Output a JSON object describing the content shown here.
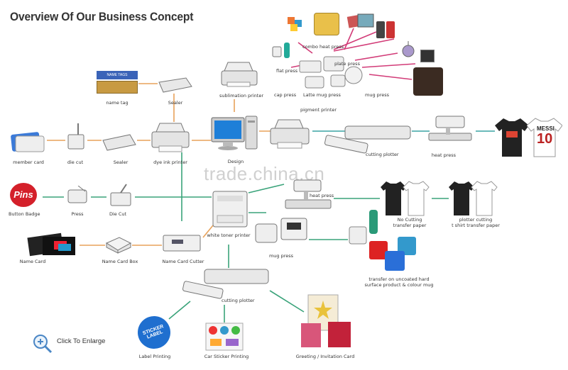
{
  "title": "Overview Of Our Business Concept",
  "watermark": "trade.china.cn",
  "click_to_enlarge": "Click To Enlarge",
  "center": {
    "label": "Design"
  },
  "printers": {
    "sublimation": "sublimation printer",
    "pigment": "pigment printer",
    "dye_ink": "dye ink printer",
    "white_toner": "white toner printer"
  },
  "labels": {
    "name_tag": "name tag",
    "sealer_top": "Sealer",
    "member_card": "member card",
    "die_cut_top": "die cut",
    "sealer_mid": "Sealer",
    "button_badge": "Button Badge",
    "press": "Press",
    "die_cut": "Die Cut",
    "name_card": "Name Card",
    "name_card_box": "Name Card Box",
    "name_card_cutter": "Name Card Cutter",
    "combo_heat_press": "combo heat press",
    "flat_press": "flat press",
    "plate_press": "plate press",
    "cap_press": "cap press",
    "latte_mug_press": "Latte mug press",
    "mug_press_top": "mug press",
    "cutting_plotter_top": "cutting plotter",
    "heat_press_right": "heat press",
    "heat_press_mid": "heat press",
    "mug_press_mid": "mug press",
    "no_cutting": "No Cutting\ntransfer paper",
    "plotter_cutting": "plotter cutting\nt shirt transfer paper",
    "transfer_uncoated": "transfer on uncoated hard\nsurface product & colour mug",
    "cutting_plotter_bottom": "cutting plotter",
    "label_printing": "Label Printing",
    "car_sticker": "Car Sticker Printing",
    "greeting_card": "Greeting / Invitation Card"
  },
  "product_text": {
    "name_tags": "NAME TAGS",
    "pins": "Pins",
    "sticker": "STICKER\nLABEL",
    "messi": "MESSI",
    "shirt_number": "10"
  },
  "colors": {
    "orange_line": "#e8a25a",
    "green_line": "#3aa37a",
    "pink_line": "#d23c78",
    "teal_line": "#2fa3a3"
  }
}
